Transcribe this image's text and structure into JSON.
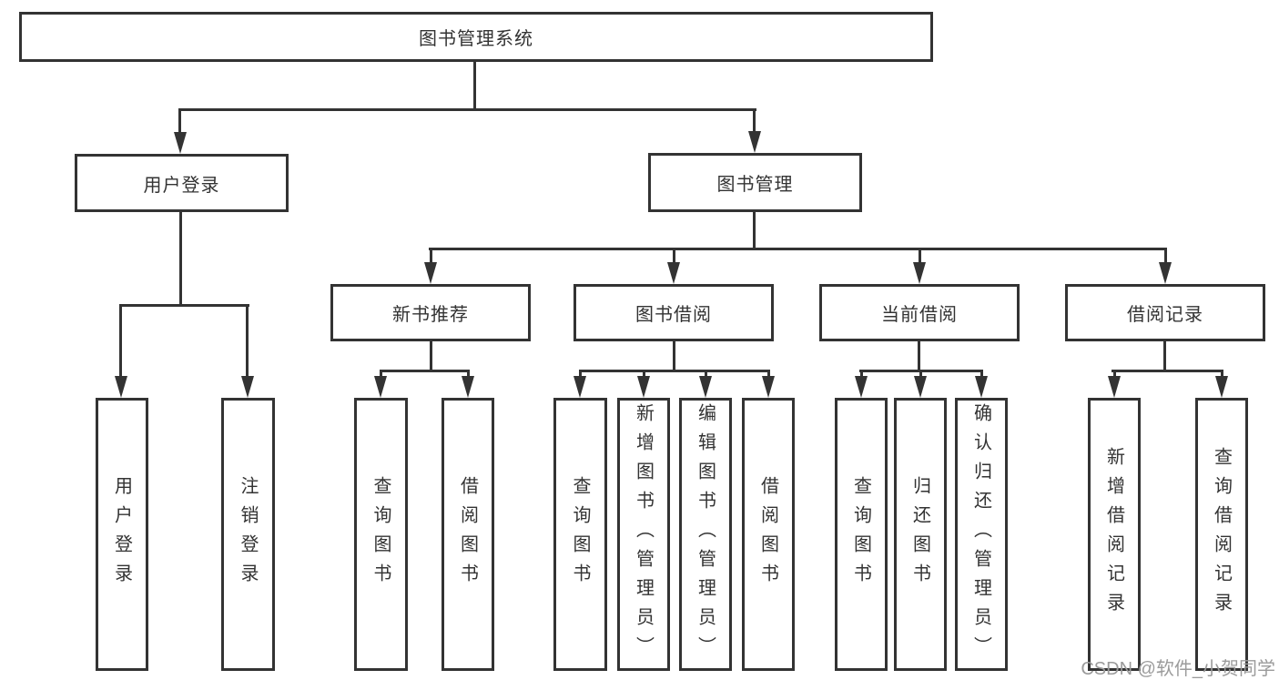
{
  "tree": {
    "label": "图书管理系统",
    "children": [
      {
        "label": "用户登录",
        "children": [
          {
            "label": "用户登录"
          },
          {
            "label": "注销登录"
          }
        ]
      },
      {
        "label": "图书管理",
        "children": [
          {
            "label": "新书推荐",
            "children": [
              {
                "label": "查询图书"
              },
              {
                "label": "借阅图书"
              }
            ]
          },
          {
            "label": "图书借阅",
            "children": [
              {
                "label": "查询图书"
              },
              {
                "label": "新增图书（管理员）"
              },
              {
                "label": "编辑图书（管理员）"
              },
              {
                "label": "借阅图书"
              }
            ]
          },
          {
            "label": "当前借阅",
            "children": [
              {
                "label": "查询图书"
              },
              {
                "label": "归还图书"
              },
              {
                "label": "确认归还（管理员）"
              }
            ]
          },
          {
            "label": "借阅记录",
            "children": [
              {
                "label": "新增借阅记录"
              },
              {
                "label": "查询借阅记录"
              }
            ]
          }
        ]
      }
    ]
  },
  "watermark": {
    "text": "CSDN @软件_小贺同学"
  },
  "colors": {
    "line": "#333333",
    "text": "#333333",
    "box_bg": "#ffffff",
    "page_bg": "#ffffff",
    "watermark": "#9b9b9b"
  }
}
